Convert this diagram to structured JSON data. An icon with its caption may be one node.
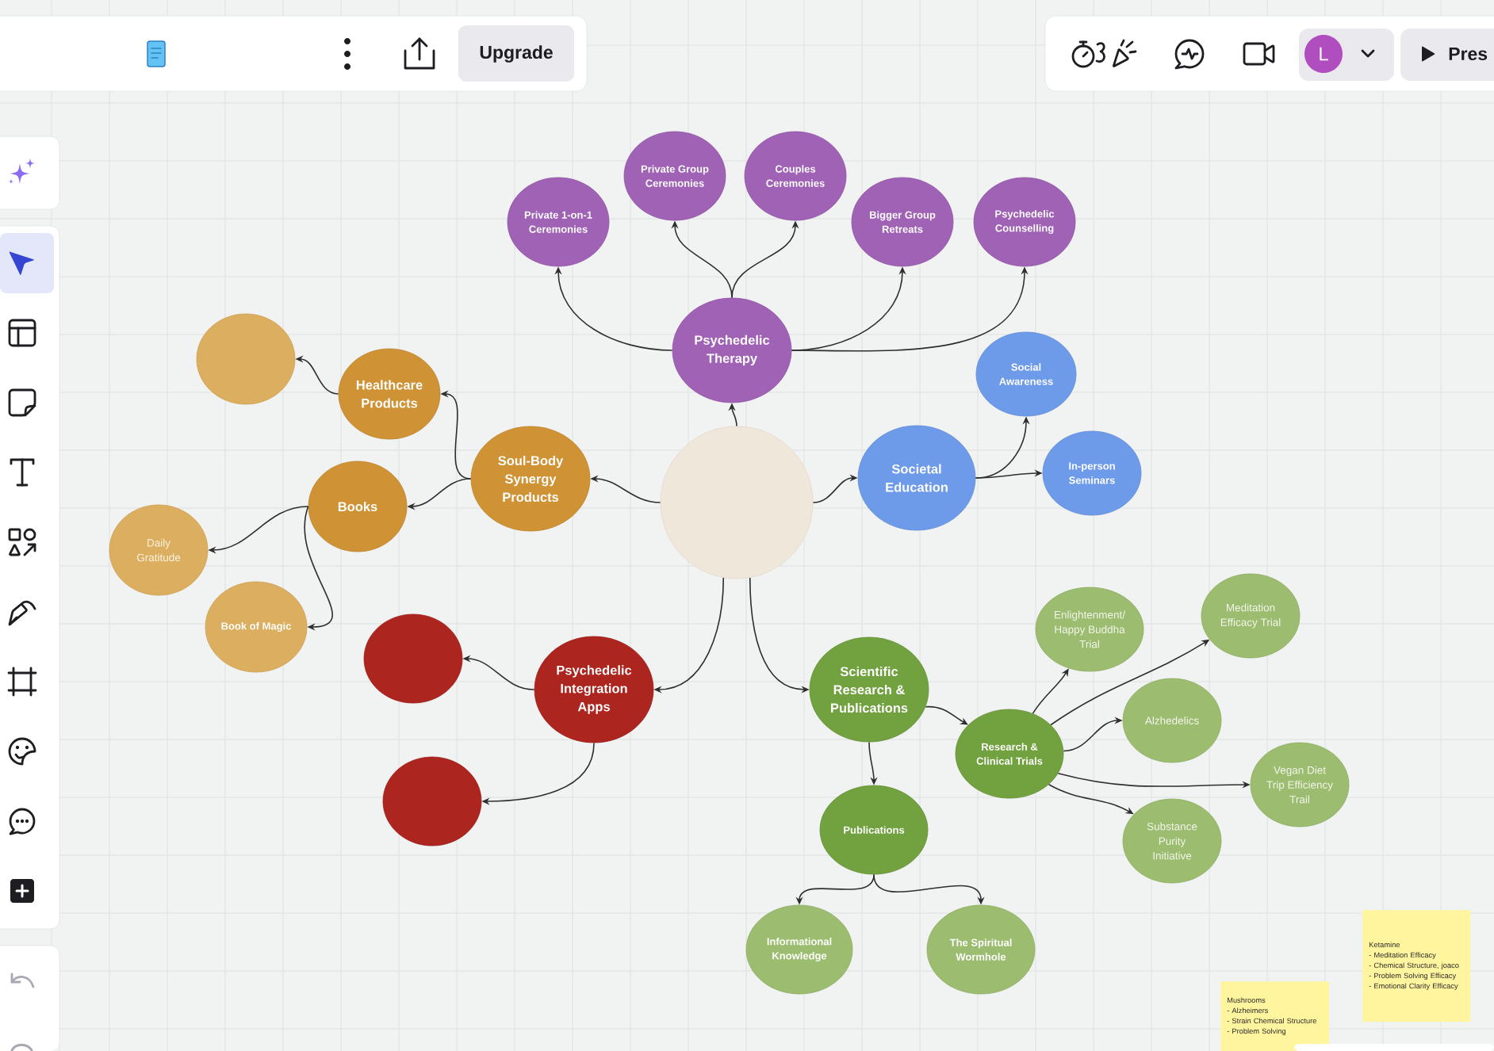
{
  "diagram": {
    "nodes": [
      {
        "text": [],
        "shape": "circle"
      },
      {
        "text": [
          "Psychedelic Therapy"
        ]
      },
      {
        "text": [
          "Private 1-on-1 Ceremonies"
        ]
      },
      {
        "text": [
          "Private Group Ceremonies"
        ]
      },
      {
        "text": [
          "Couples Ceremonies"
        ]
      },
      {
        "text": [
          "Bigger Group Retreats"
        ]
      },
      {
        "text": [
          "Psychedelic Counselling"
        ]
      },
      {
        "text": [
          "Societal Education"
        ]
      },
      {
        "text": [
          "Social Awareness"
        ]
      },
      {
        "text": [
          "In-person Seminars"
        ]
      },
      {
        "text": [
          "Soul-Body Synergy Products"
        ]
      },
      {
        "text": [
          "Healthcare Products"
        ]
      },
      {
        "text": [],
        "shape": "circle"
      },
      {
        "text": [
          "Books"
        ]
      },
      {
        "text": [
          "Daily Gratitude"
        ]
      },
      {
        "text": [
          "Book of Magic"
        ]
      },
      {
        "text": [
          "Psychedelic Integration Apps"
        ]
      },
      {
        "text": [],
        "shape": "circle"
      },
      {
        "text": [],
        "shape": "circle"
      },
      {
        "text": [
          "Scientific Research & Publications"
        ]
      },
      {
        "text": [
          "Research & Clinical Trials"
        ]
      },
      {
        "text": [
          "Publications"
        ]
      },
      {
        "text": [
          "Informational Knowledge"
        ]
      },
      {
        "text": [
          "The Spiritual Wormhole"
        ]
      },
      {
        "text": [
          "Enlightenment/ Happy Buddha Trial"
        ]
      },
      {
        "text": [
          "Meditation Efficacy Trial"
        ]
      },
      {
        "text": [
          "Alzhedelics"
        ]
      },
      {
        "text": [
          "Vegan Diet Trip Efficiency Trail"
        ]
      },
      {
        "text": [
          "Substance Purity Initiative"
        ]
      },
      {
        "text": [
          "Ketamine",
          "- Meditation Efficacy",
          "- Chemical Structure, joaco",
          "- Problem Solving Efficacy",
          "- Emotional Clarity Efficacy"
        ]
      },
      {
        "text": [
          "Mushrooms",
          "- Alzheimers",
          "- Strain Chemical Structure",
          "- Problem Solving"
        ]
      }
    ],
    "edges": [
      {
        "from": 0,
        "to": 1,
        "arrow": "to"
      },
      {
        "from": 1,
        "to": 2,
        "arrow": "to"
      },
      {
        "from": 1,
        "to": 3,
        "arrow": "to"
      },
      {
        "from": 1,
        "to": 4,
        "arrow": "to"
      },
      {
        "from": 1,
        "to": 5,
        "arrow": "to"
      },
      {
        "from": 1,
        "to": 6,
        "arrow": "to"
      },
      {
        "from": 0,
        "to": 7,
        "arrow": "to"
      },
      {
        "from": 7,
        "to": 8,
        "arrow": "to"
      },
      {
        "from": 7,
        "to": 9,
        "arrow": "to"
      },
      {
        "from": 0,
        "to": 10,
        "arrow": "to"
      },
      {
        "from": 10,
        "to": 11,
        "arrow": "to"
      },
      {
        "from": 11,
        "to": 12,
        "arrow": "to"
      },
      {
        "from": 10,
        "to": 13,
        "arrow": "to"
      },
      {
        "from": 13,
        "to": 14,
        "arrow": "to"
      },
      {
        "from": 13,
        "to": 15,
        "arrow": "to"
      },
      {
        "from": 0,
        "to": 16,
        "arrow": "to"
      },
      {
        "from": 16,
        "to": 17,
        "arrow": "to"
      },
      {
        "from": 16,
        "to": 18,
        "arrow": "to"
      },
      {
        "from": 0,
        "to": 19,
        "arrow": "to"
      },
      {
        "from": 19,
        "to": 20,
        "arrow": "to"
      },
      {
        "from": 19,
        "to": 21,
        "arrow": "to"
      },
      {
        "from": 21,
        "to": 22,
        "arrow": "to"
      },
      {
        "from": 21,
        "to": 23,
        "arrow": "to"
      },
      {
        "from": 20,
        "to": 24,
        "arrow": "to"
      },
      {
        "from": 20,
        "to": 25,
        "arrow": "to"
      },
      {
        "from": 20,
        "to": 26,
        "arrow": "to"
      },
      {
        "from": 20,
        "to": 27,
        "arrow": "to"
      },
      {
        "from": 20,
        "to": 28,
        "arrow": "to"
      }
    ],
    "labels": [
      "Upgrade",
      "L",
      "Pres"
    ]
  }
}
